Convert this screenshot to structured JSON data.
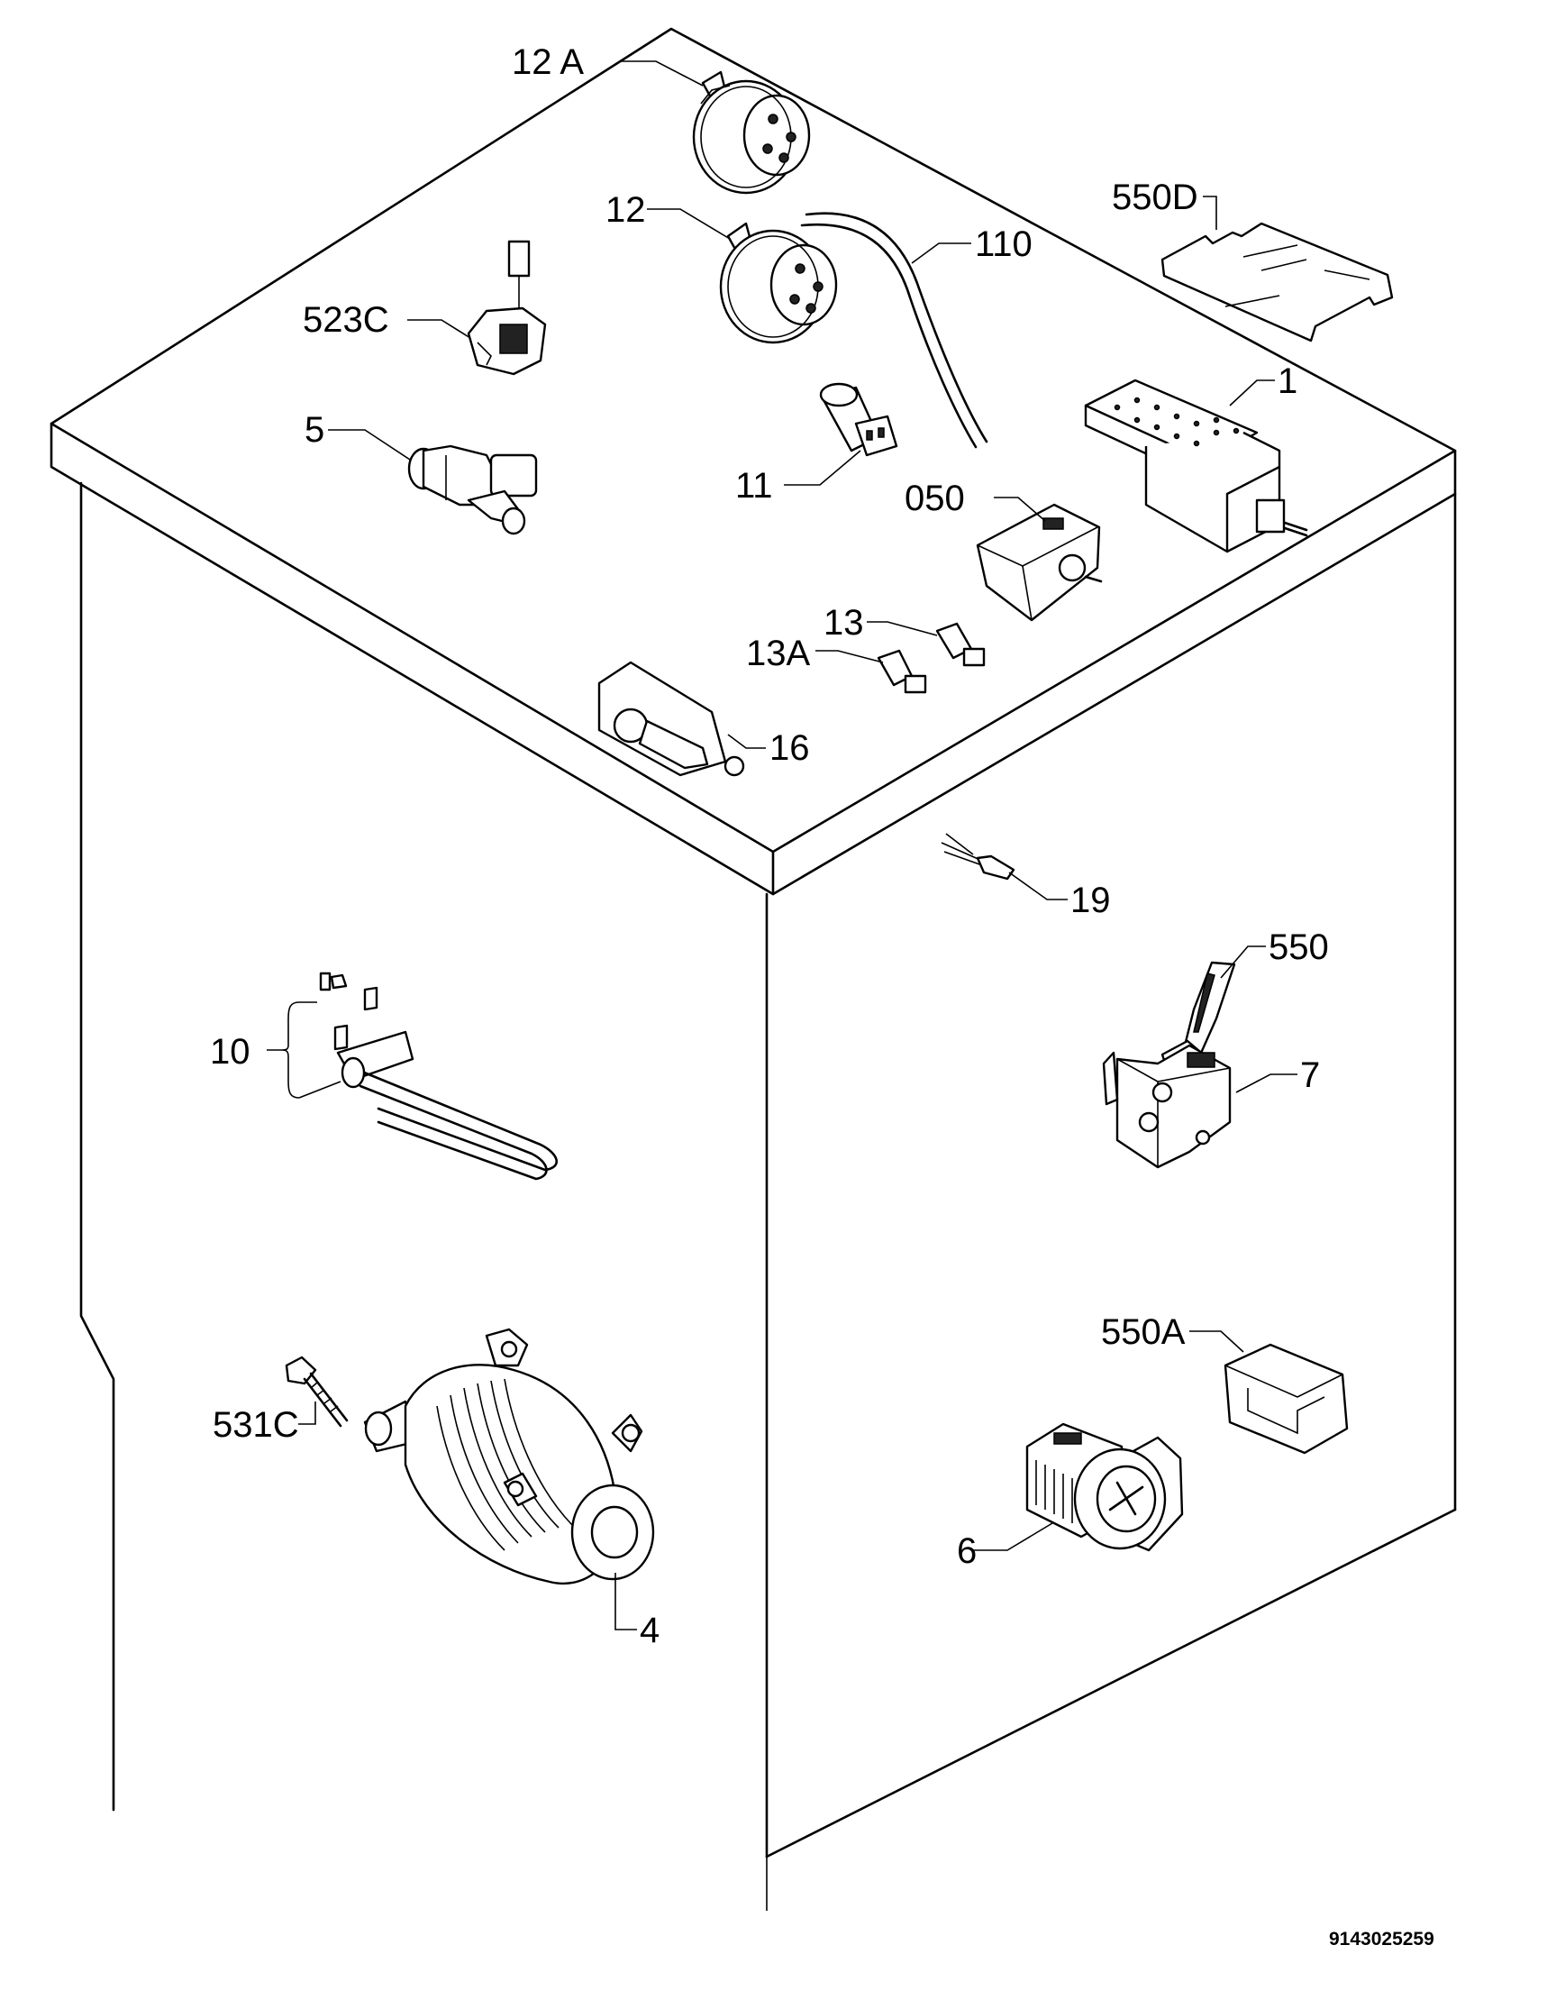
{
  "document_number": "9143025259",
  "callouts": {
    "c12a": "12 A",
    "c12": "12",
    "c110": "110",
    "c550d": "550D",
    "c523c": "523C",
    "c5": "5",
    "c11": "11",
    "c1": "1",
    "c050": "050",
    "c13": "13",
    "c13a": "13A",
    "c16": "16",
    "c19": "19",
    "c550": "550",
    "c10": "10",
    "c7": "7",
    "c550a": "550A",
    "c531c": "531C",
    "c6": "6",
    "c4": "4"
  }
}
